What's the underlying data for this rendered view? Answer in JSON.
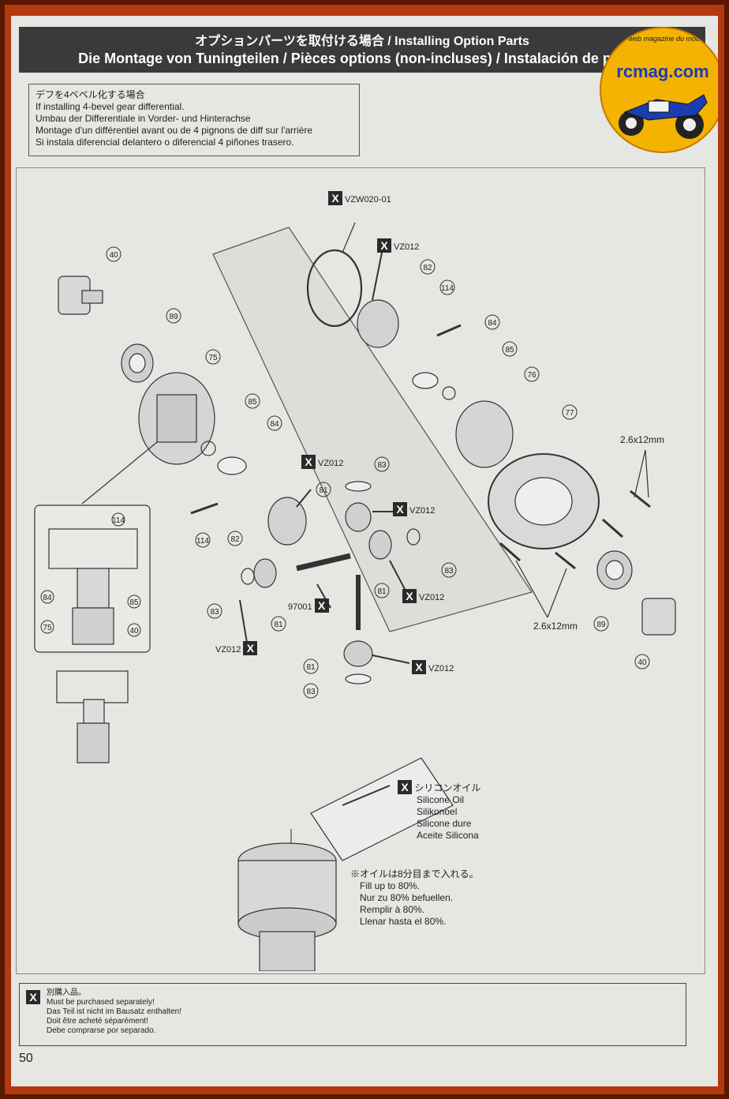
{
  "header": {
    "line1": "オプションパーツを取付ける場合 / Installing Option Parts",
    "line2": "Die Montage von Tuningteilen / Pièces options (non-incluses) / Instalación de piezas"
  },
  "intro": {
    "ja": "デフを4ベベル化する場合",
    "en": "If installing 4-bevel gear differential.",
    "de": "Umbau der Differentiale in Vorder- und Hinterachse",
    "fr": "Montage d'un différentiel avant ou de 4 pignons de diff sur l'arrière",
    "es": "Si instala diferencial delantero o diferencial 4 piñones trasero."
  },
  "logo": {
    "name": "rcmag.com",
    "tagline": "Le web magazine du modelisme"
  },
  "option_parts": {
    "o_ring": "VZW020-01",
    "gear_set": "VZ012",
    "shaft": "97001"
  },
  "x_mark": "X",
  "screw_size": "2.6x12mm",
  "part_numbers": [
    "40",
    "89",
    "75",
    "85",
    "84",
    "114",
    "82",
    "81",
    "83",
    "76",
    "77"
  ],
  "silicone": {
    "ja": "シリコンオイル",
    "en": "Silicone Oil",
    "de": "Silikonoel",
    "fr": "Silicone dure",
    "es": "Aceite Silicona"
  },
  "fill": {
    "ja": "※オイルは8分目まで入れる。",
    "en": "Fill up to 80%.",
    "de": "Nur zu 80% befuellen.",
    "fr": "Remplir à 80%.",
    "es": "Llenar hasta el 80%."
  },
  "footer": {
    "ja": "別購入品。",
    "en": "Must be purchased separately!",
    "de": "Das Teil ist nicht im Bausatz enthalten!",
    "fr": "Doit être acheté séparément!",
    "es": "Debe comprarse por separado."
  },
  "page_number": "50"
}
